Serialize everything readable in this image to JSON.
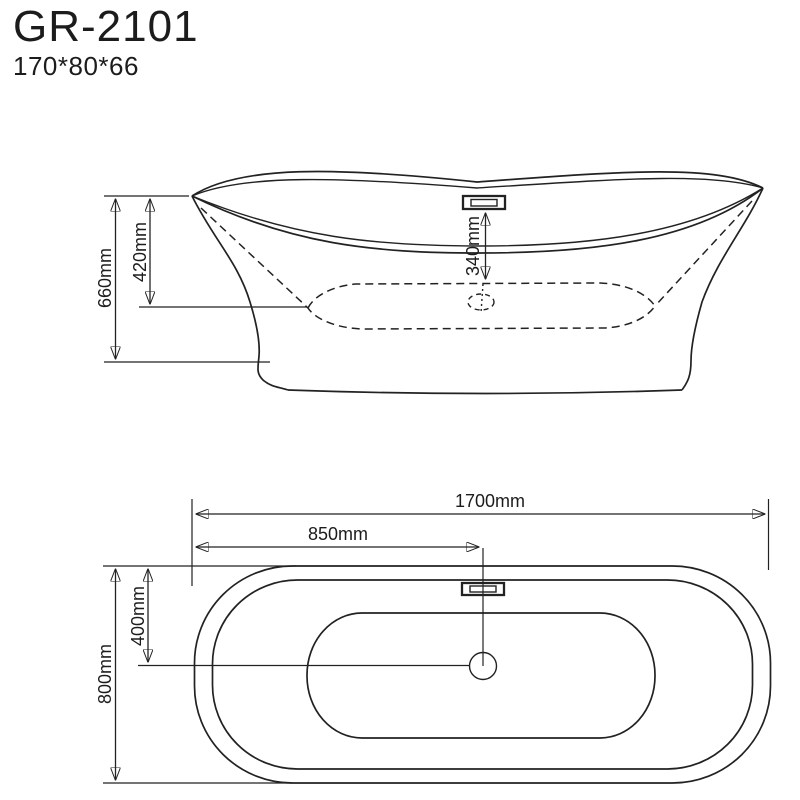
{
  "title": "GR-2101",
  "size_code": "170*80*66",
  "side_view": {
    "overall_height": "660mm",
    "rim_to_basin_depth": "420mm",
    "overflow_to_basin": "340mm"
  },
  "plan_view": {
    "overall_length": "1700mm",
    "drain_from_end": "850mm",
    "drain_from_side": "400mm",
    "overall_width": "800mm"
  }
}
